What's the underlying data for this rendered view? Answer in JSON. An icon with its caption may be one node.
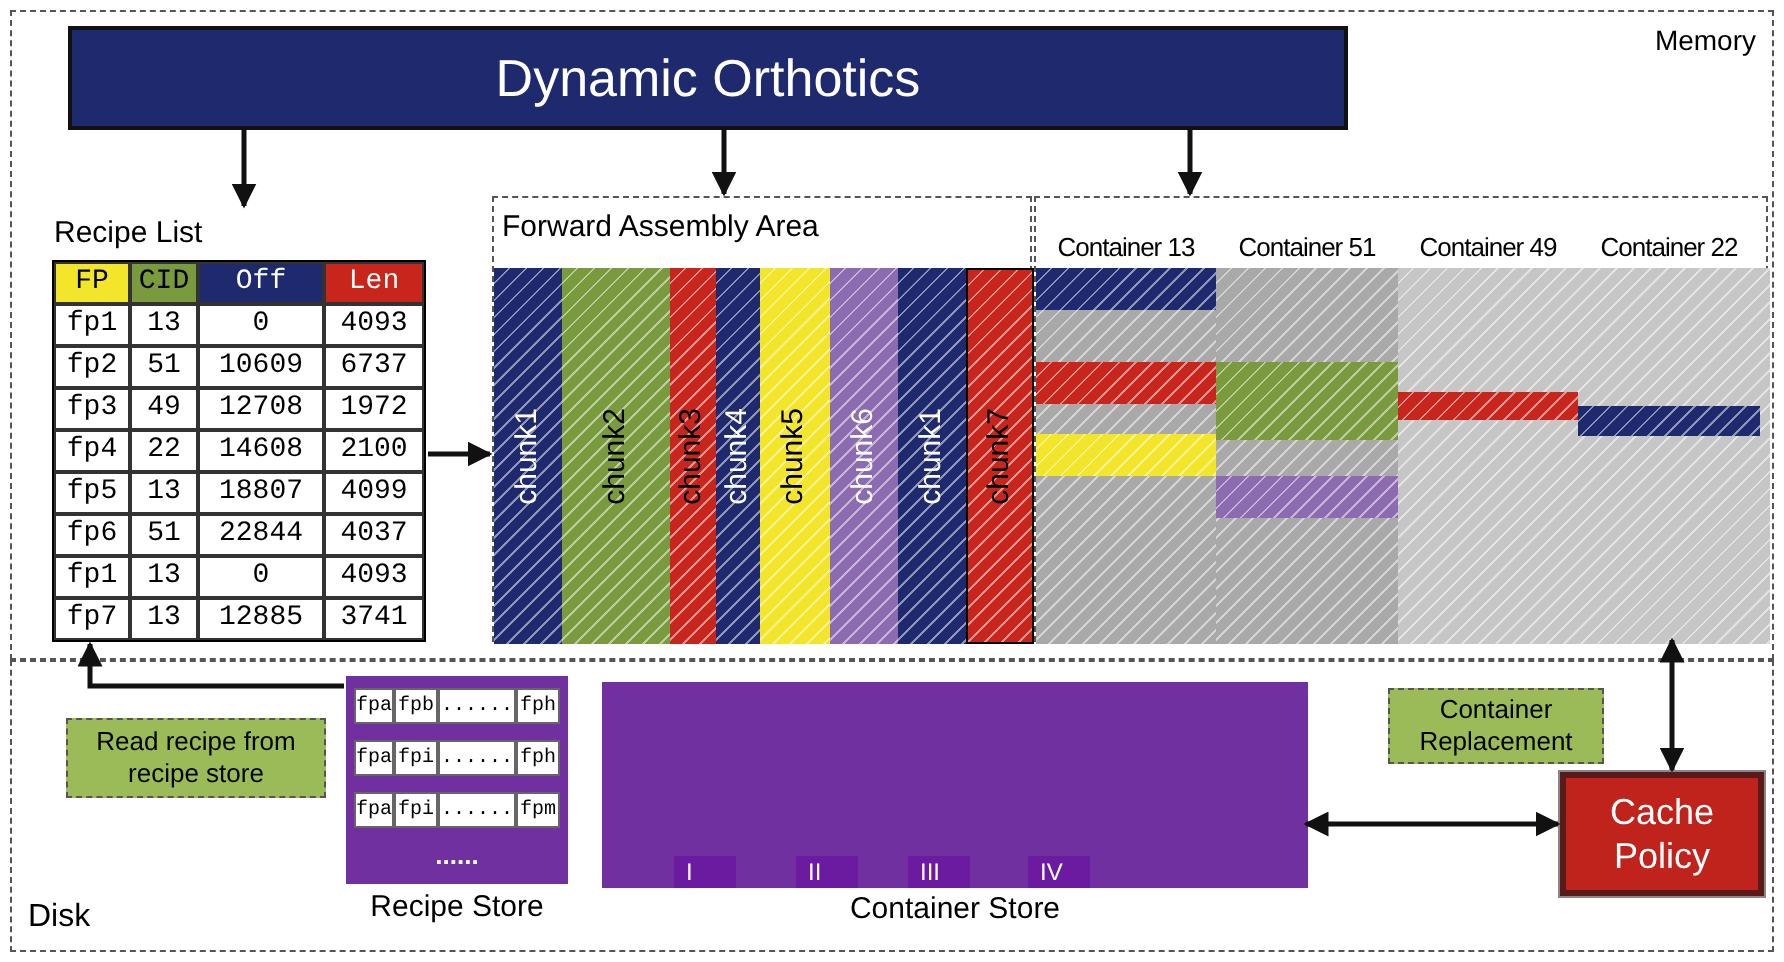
{
  "diagram": {
    "nodes": [
      {
        "text": [
          "Memory"
        ]
      },
      {
        "text": [
          "Disk"
        ]
      },
      {
        "text": [
          "Dynamic Orthotics"
        ],
        "in": 0
      },
      {
        "text": [
          "Recipe List"
        ],
        "in": 0
      },
      {
        "text": [
          "Forward Assembly Area"
        ],
        "in": 0
      },
      {
        "text": [
          "chunk1"
        ],
        "in": 4
      },
      {
        "text": [
          "chunk2"
        ],
        "in": 4
      },
      {
        "text": [
          "chunk3"
        ],
        "in": 4
      },
      {
        "text": [
          "chunk4"
        ],
        "in": 4
      },
      {
        "text": [
          "chunk5"
        ],
        "in": 4
      },
      {
        "text": [
          "chunk6"
        ],
        "in": 4
      },
      {
        "text": [
          "chunk1"
        ],
        "in": 4
      },
      {
        "text": [
          "chunk7"
        ],
        "in": 4
      },
      {
        "text": [],
        "shape": "box",
        "in": 0
      },
      {
        "text": [
          "Container 13"
        ],
        "in": 13
      },
      {
        "text": [
          "Container 51"
        ],
        "in": 13
      },
      {
        "text": [
          "Container 49"
        ],
        "in": 13
      },
      {
        "text": [
          "Container 22"
        ],
        "in": 13
      },
      {
        "text": [
          "Read recipe from recipe store"
        ],
        "in": 1
      },
      {
        "text": [
          "Recipe Store"
        ],
        "in": 1
      },
      {
        "text": [
          "Container Store"
        ],
        "in": 1
      },
      {
        "text": [
          "I"
        ],
        "in": 20
      },
      {
        "text": [
          "II"
        ],
        "in": 20
      },
      {
        "text": [
          "III"
        ],
        "in": 20
      },
      {
        "text": [
          "IV"
        ],
        "in": 20
      },
      {
        "text": [
          "Container Replacement"
        ],
        "in": 1
      },
      {
        "text": [
          "Cache Policy"
        ],
        "in": 1
      }
    ],
    "edges": [
      {
        "from": 2,
        "to": 3,
        "arrow": "to"
      },
      {
        "from": 2,
        "to": 4,
        "arrow": "to"
      },
      {
        "from": 2,
        "to": 13,
        "arrow": "to"
      },
      {
        "from": 3,
        "to": 5,
        "arrow": "to"
      },
      {
        "from": 19,
        "to": 3,
        "arrow": "to"
      },
      {
        "from": 20,
        "to": 26,
        "arrow": "both"
      },
      {
        "from": 26,
        "to": 13,
        "arrow": "both"
      }
    ],
    "labels": [
      "FP",
      "CID",
      "Off",
      "Len",
      "fp1",
      "13",
      "0",
      "4093",
      "fp2",
      "51",
      "10609",
      "6737",
      "fp3",
      "49",
      "12708",
      "1972",
      "fp4",
      "22",
      "14608",
      "2100",
      "fp5",
      "13",
      "18807",
      "4099",
      "fp6",
      "51",
      "22844",
      "4037",
      "fp1",
      "13",
      "0",
      "4093",
      "fp7",
      "13",
      "12885",
      "3741",
      "fpa",
      "fpb",
      "......",
      "fph",
      "fpa",
      "fpi",
      "......",
      "fph",
      "fpa",
      "fpi",
      "......",
      "fpm",
      "......"
    ]
  }
}
